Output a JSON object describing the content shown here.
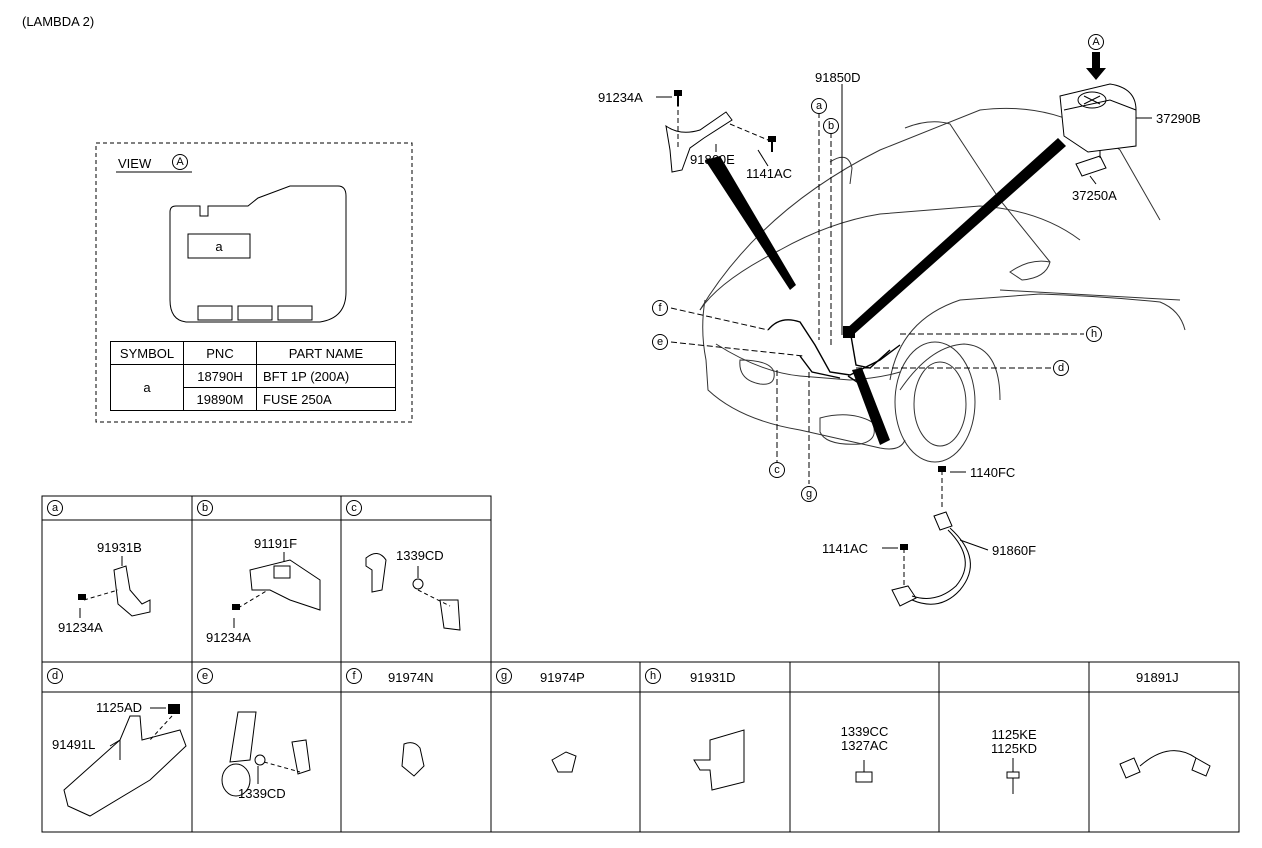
{
  "page_title": "(LAMBDA 2)",
  "view_box": {
    "title": "VIEW",
    "title_symbol": "A",
    "label_a": "a",
    "table": {
      "headers": [
        "SYMBOL",
        "PNC",
        "PART NAME"
      ],
      "symbol": "a",
      "rows": [
        {
          "pnc": "18790H",
          "name": "BFT 1P (200A)"
        },
        {
          "pnc": "19890M",
          "name": "FUSE 250A"
        }
      ]
    }
  },
  "main_labels": {
    "p91850D": "91850D",
    "p91234A": "91234A",
    "p91860E": "91860E",
    "p1141AC_top": "1141AC",
    "p37290B": "37290B",
    "p37250A": "37250A",
    "p1140FC": "1140FC",
    "p1141AC_bottom": "1141AC",
    "p91860F": "91860F",
    "arrow_A": "A"
  },
  "callouts": {
    "a": "a",
    "b": "b",
    "c": "c",
    "d": "d",
    "e": "e",
    "f": "f",
    "g": "g",
    "h": "h"
  },
  "detail_cells": {
    "a": {
      "tag": "a",
      "parts": [
        "91931B",
        "91234A"
      ]
    },
    "b": {
      "tag": "b",
      "parts": [
        "91191F",
        "91234A"
      ]
    },
    "c": {
      "tag": "c",
      "parts": [
        "1339CD"
      ]
    },
    "d": {
      "tag": "d",
      "parts": [
        "1125AD",
        "91491L"
      ]
    },
    "e": {
      "tag": "e",
      "parts": [
        "1339CD"
      ]
    },
    "f": {
      "tag": "f",
      "header": "91974N"
    },
    "g": {
      "tag": "g",
      "header": "91974P"
    },
    "h": {
      "tag": "h",
      "header": "91931D"
    },
    "nut": {
      "parts": [
        "1339CC",
        "1327AC"
      ]
    },
    "bolt": {
      "parts": [
        "1125KE",
        "1125KD"
      ]
    },
    "cable": {
      "header": "91891J"
    }
  }
}
